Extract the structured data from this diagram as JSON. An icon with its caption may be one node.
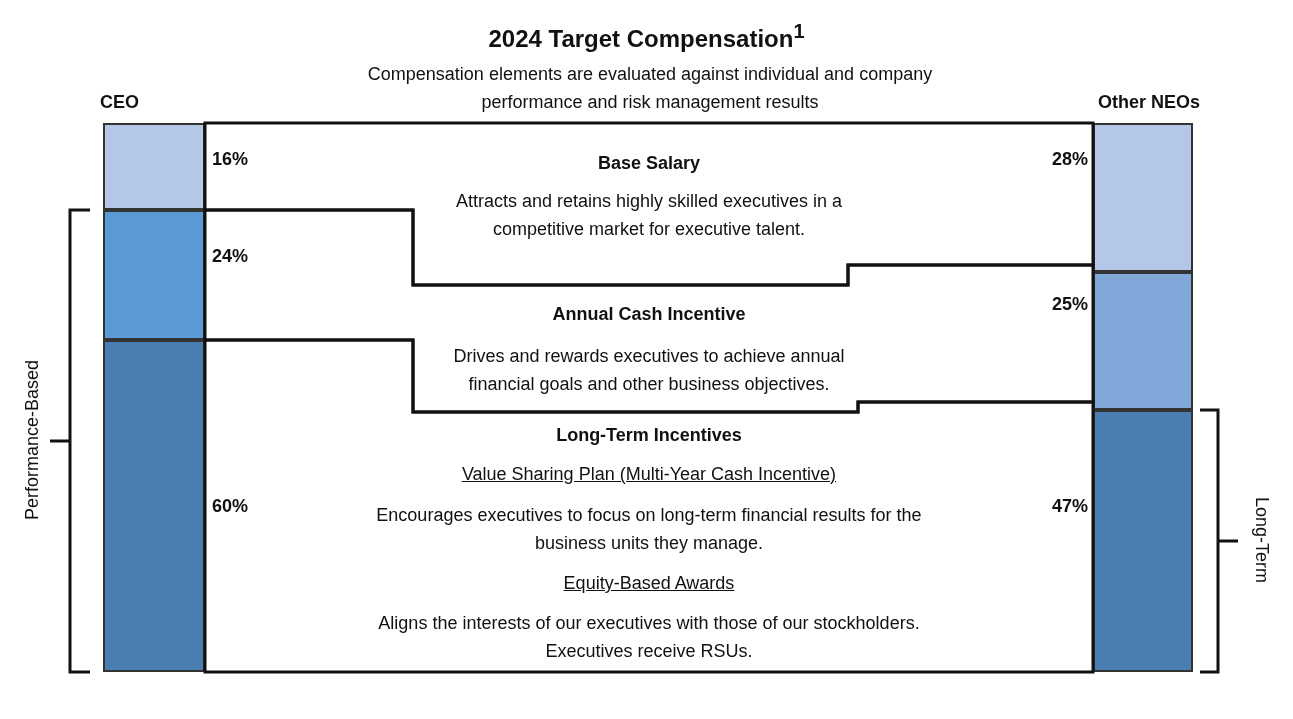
{
  "diagram": {
    "title": "2024 Target Compensation$^{1}$",
    "nodes": [
      {
        "text": [],
        "shape": "bar",
        "beside": [
          "16%"
        ]
      },
      {
        "text": [],
        "shape": "bar",
        "beside": [
          "24%"
        ]
      },
      {
        "text": [],
        "shape": "bar",
        "beside": [
          "60%"
        ]
      },
      {
        "text": [],
        "shape": "bar",
        "beside": [
          "28%"
        ]
      },
      {
        "text": [],
        "shape": "bar",
        "beside": [
          "25%"
        ]
      },
      {
        "text": [],
        "shape": "bar",
        "beside": [
          "47%"
        ]
      },
      {
        "text": [
          "Base Salary",
          "Attracts and retains highly skilled executives in a competitive market for executive talent."
        ]
      },
      {
        "text": [
          "Annual Cash Incentive",
          "Drives and rewards executives to achieve annual financial goals and other business objectives."
        ]
      },
      {
        "text": [
          "Long-Term Incentives",
          "Value Sharing Plan (Multi-Year Cash Incentive)",
          "Encourages executives to focus on long-term financial results for the business units they manage.",
          "Equity-Based Awards",
          "Aligns the interests of our executives with those of our stockholders. Executives receive RSUs."
        ]
      }
    ],
    "edges": [],
    "labels": [
      "Compensation elements are evaluated against individual and company performance and risk management results",
      "CEO",
      "Other NEOs",
      "Performance-Based",
      "Long-Term"
    ]
  }
}
